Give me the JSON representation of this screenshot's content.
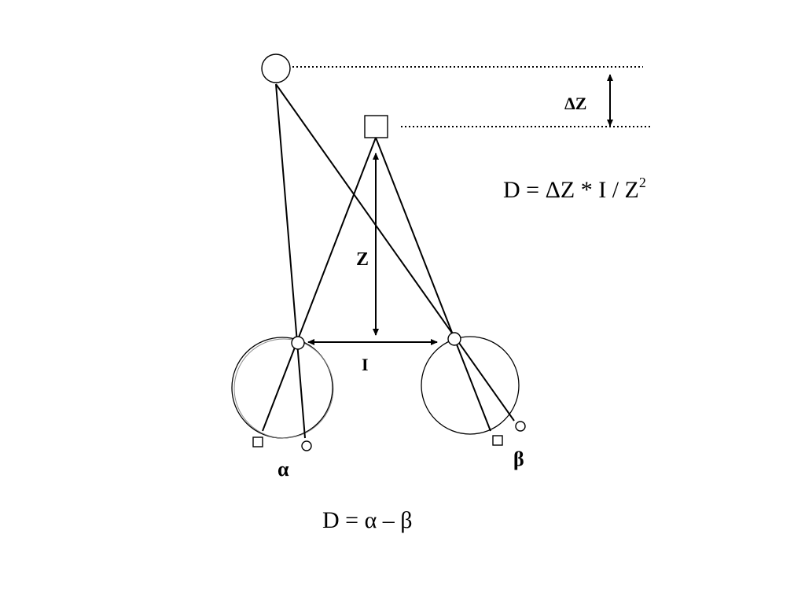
{
  "labels": {
    "delta_z": "ΔZ",
    "z": "Z",
    "i": "I",
    "alpha": "α",
    "beta": "β"
  },
  "formulas": {
    "disparity_base": "D = ΔZ * I / Z",
    "disparity_exponent": "2",
    "angle_difference": "D = α – β"
  },
  "colors": {
    "ink": "#000000",
    "background": "#ffffff"
  }
}
